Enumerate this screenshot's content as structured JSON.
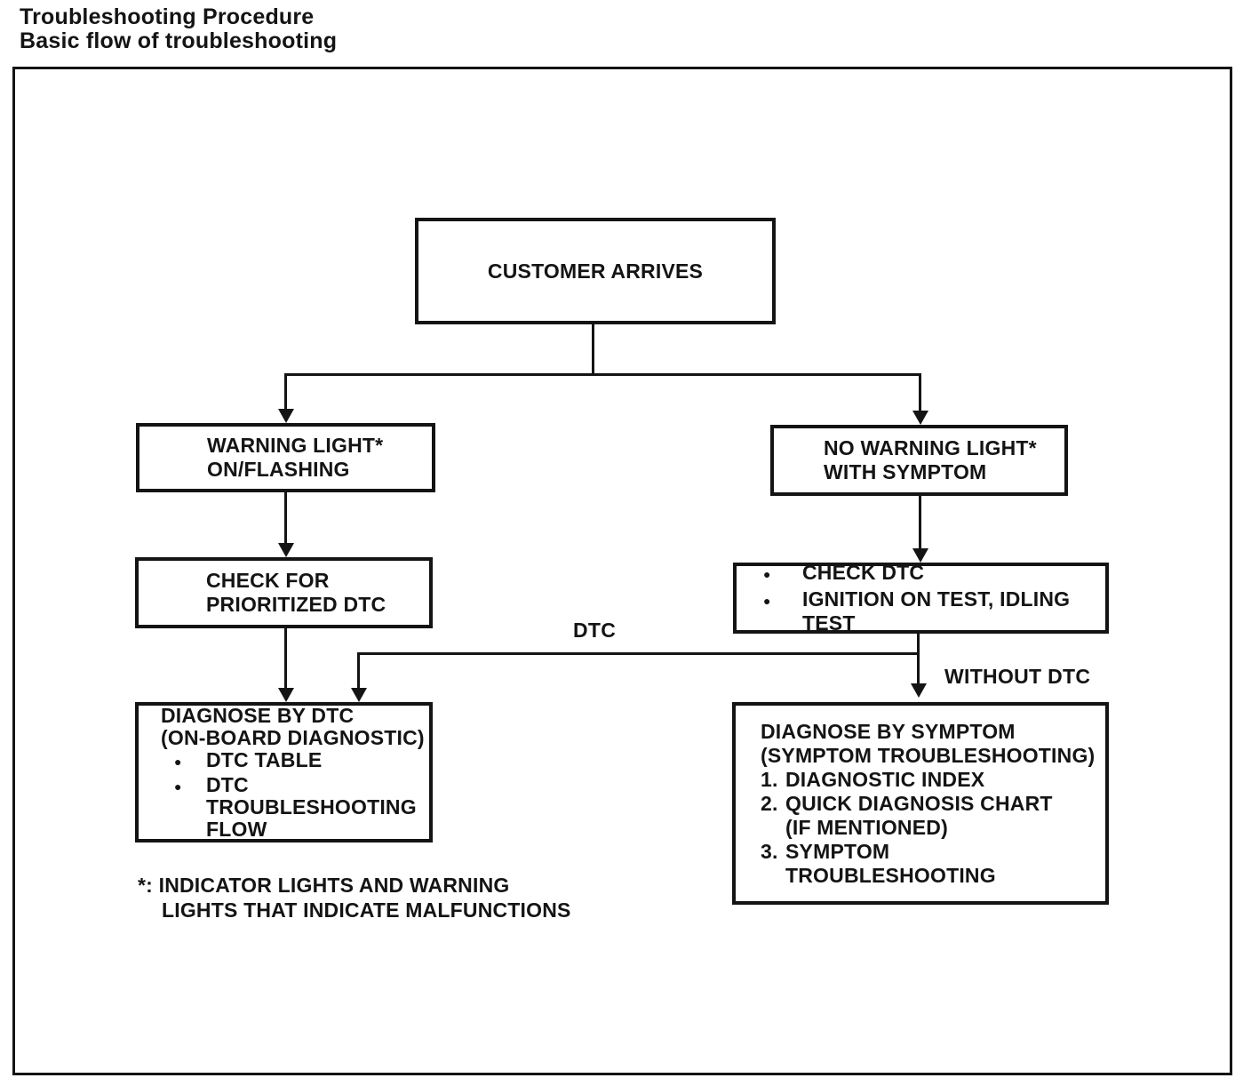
{
  "title": {
    "line1": "Troubleshooting Procedure",
    "line2": "Basic flow of troubleshooting"
  },
  "nodes": {
    "customer_arrives": {
      "line1": "CUSTOMER ARRIVES"
    },
    "warning_light": {
      "line1": "WARNING LIGHT*",
      "line2": "ON/FLASHING"
    },
    "no_warning_light": {
      "line1": "NO WARNING LIGHT*",
      "line2": "WITH SYMPTOM"
    },
    "check_prioritized": {
      "line1": "CHECK FOR",
      "line2": "PRIORITIZED DTC"
    },
    "check_dtc": {
      "bullet_char": "●",
      "item1": {
        "line1": "CHECK DTC"
      },
      "item2": {
        "line1": "IGNITION ON TEST, IDLING",
        "line2": "TEST"
      }
    },
    "diagnose_dtc": {
      "title1": "DIAGNOSE BY DTC",
      "title2": "(ON-BOARD DIAGNOSTIC)",
      "bullet_char": "●",
      "item1": {
        "line1": "DTC TABLE"
      },
      "item2": {
        "line1": "DTC",
        "line2": "TROUBLESHOOTING",
        "line3": "FLOW"
      }
    },
    "diagnose_symptom": {
      "title1": "DIAGNOSE BY SYMPTOM",
      "title2": "(SYMPTOM TROUBLESHOOTING)",
      "item1": {
        "marker": "1.",
        "line1": "DIAGNOSTIC INDEX"
      },
      "item2": {
        "marker": "2.",
        "line1": "QUICK DIAGNOSIS CHART",
        "line2": "(IF MENTIONED)"
      },
      "item3": {
        "marker": "3.",
        "line1": "SYMPTOM",
        "line2": "TROUBLESHOOTING"
      }
    }
  },
  "edge_labels": {
    "dtc": "DTC",
    "without_dtc": "WITHOUT DTC"
  },
  "footnote": {
    "line1": "*: INDICATOR LIGHTS AND WARNING",
    "line2": "LIGHTS THAT INDICATE MALFUNCTIONS"
  },
  "colors": {
    "ink": "#141414",
    "paper": "#ffffff"
  }
}
